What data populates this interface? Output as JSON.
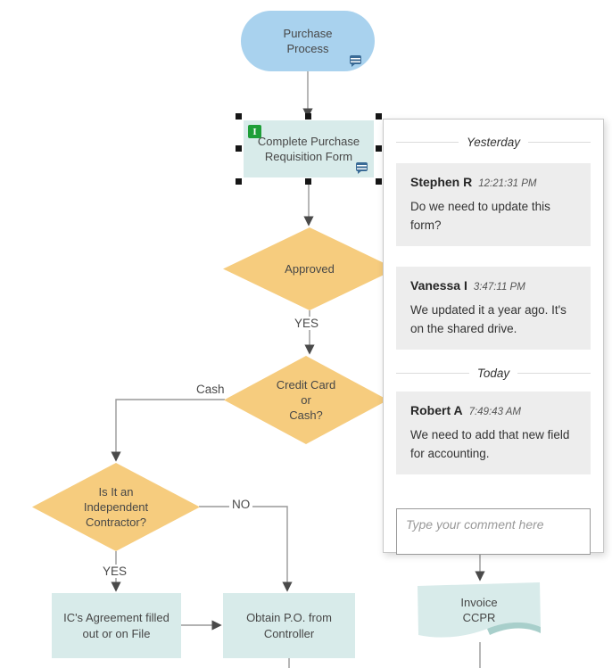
{
  "diagram": {
    "nodes": {
      "start": {
        "label": "Purchase\nProcess",
        "type": "terminator"
      },
      "requisition": {
        "label": "Complete Purchase\nRequisition Form",
        "type": "process",
        "selected": true
      },
      "approved": {
        "label": "Approved",
        "type": "decision"
      },
      "credit_or_cash": {
        "label": "Credit Card\nor\nCash?",
        "type": "decision"
      },
      "independent_contractor": {
        "label": "Is It an\nIndependent\nContractor?",
        "type": "decision"
      },
      "ic_agreement": {
        "label": "IC's Agreement filled\nout or on File",
        "type": "process"
      },
      "obtain_po": {
        "label": "Obtain P.O. from\nController",
        "type": "process"
      },
      "invoice": {
        "label": "Invoice\nCCPR",
        "type": "document"
      }
    },
    "edge_labels": {
      "approved_yes": "YES",
      "cash": "Cash",
      "no": "NO",
      "ic_yes": "YES"
    },
    "icons": {
      "data_linked": {
        "name": "data-linked-icon",
        "glyph": "I",
        "color": "#1E9E38"
      },
      "comment_indicator": {
        "name": "comment-bubble-icon",
        "color": "#3A6B96"
      }
    }
  },
  "comments_panel": {
    "groups": [
      {
        "divider": "Yesterday",
        "comments": [
          {
            "author": "Stephen R",
            "time": "12:21:31 PM",
            "text": "Do we need to update this form?"
          },
          {
            "author": "Vanessa I",
            "time": "3:47:11 PM",
            "text": "We updated it a year ago. It's on the shared drive."
          }
        ]
      },
      {
        "divider": "Today",
        "comments": [
          {
            "author": "Robert A",
            "time": "7:49:43 AM",
            "text": "We need to add that new field for accounting."
          }
        ]
      }
    ],
    "input_placeholder": "Type your comment here"
  },
  "colors": {
    "terminator_fill": "#A9D2EE",
    "process_fill": "#D8EBEA",
    "decision_fill": "#F6CC7E",
    "connector": "#989898",
    "arrowhead": "#4A4A4A",
    "comment_card_bg": "#EDEDED",
    "panel_border": "#C8C8C8",
    "selection_handle": "#161616"
  }
}
